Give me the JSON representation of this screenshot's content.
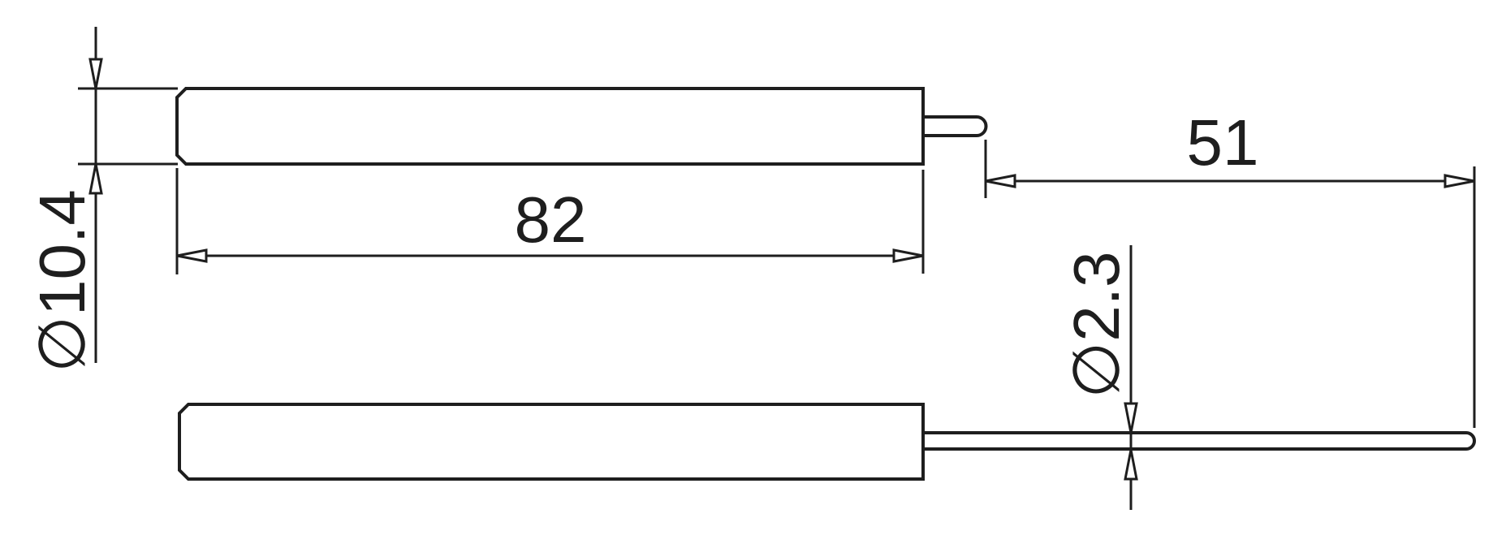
{
  "drawing": {
    "colors": {
      "line": "#1e1e1e",
      "background": "#ffffff"
    },
    "dimensions": {
      "body_diameter": "∅10.4",
      "body_length": "82",
      "cable_length": "51",
      "cable_diameter": "∅2.3"
    }
  }
}
